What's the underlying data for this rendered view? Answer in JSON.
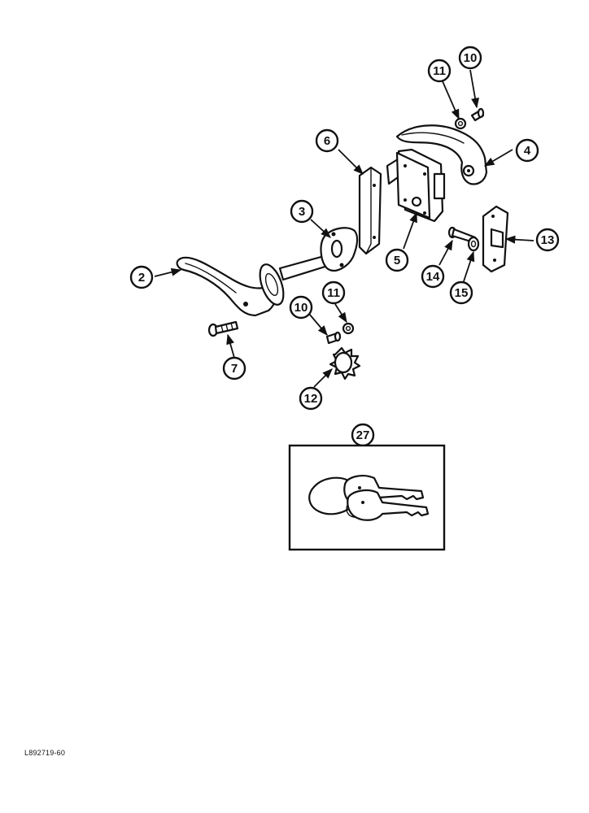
{
  "callouts": {
    "c2": "2",
    "c3": "3",
    "c4": "4",
    "c5": "5",
    "c6": "6",
    "c7": "7",
    "c10a": "10",
    "c10b": "10",
    "c11a": "11",
    "c11b": "11",
    "c12": "12",
    "c13": "13",
    "c14": "14",
    "c15": "15",
    "c27": "27"
  },
  "reference_code": "L892719-60"
}
